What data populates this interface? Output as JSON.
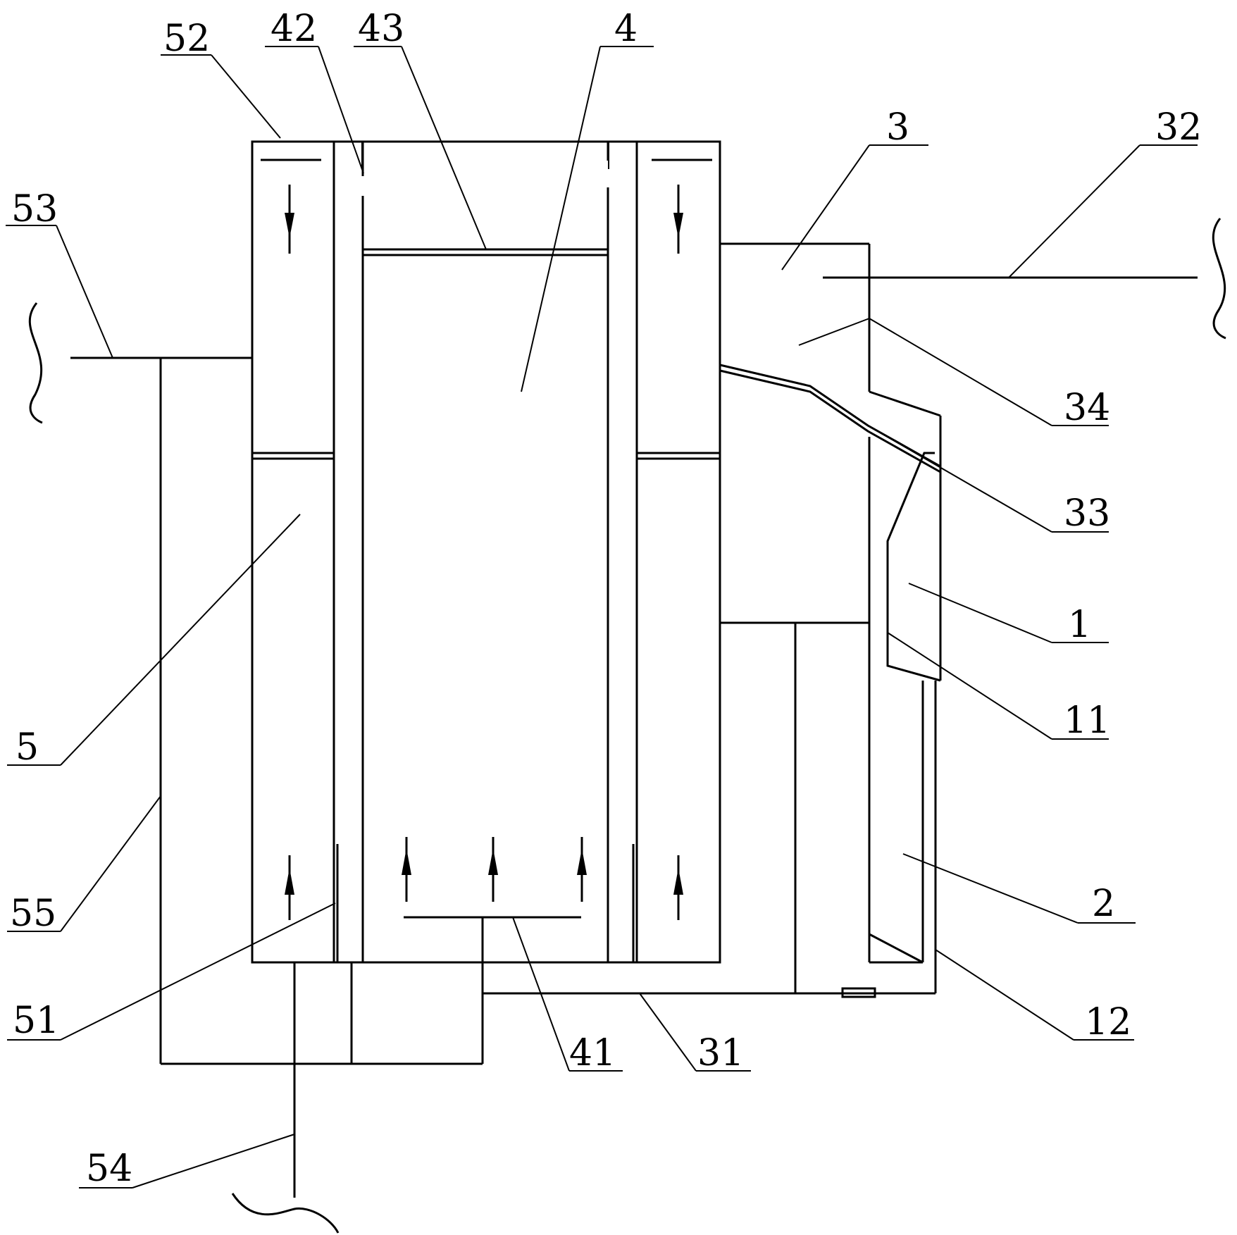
{
  "labels": {
    "n52": "52",
    "n42": "42",
    "n43": "43",
    "n4": "4",
    "n3": "3",
    "n32": "32",
    "n53": "53",
    "n34": "34",
    "n33": "33",
    "n1": "1",
    "n11": "11",
    "n5": "5",
    "n55": "55",
    "n2": "2",
    "n51": "51",
    "n41": "41",
    "n31": "31",
    "n12": "12",
    "n54": "54"
  }
}
